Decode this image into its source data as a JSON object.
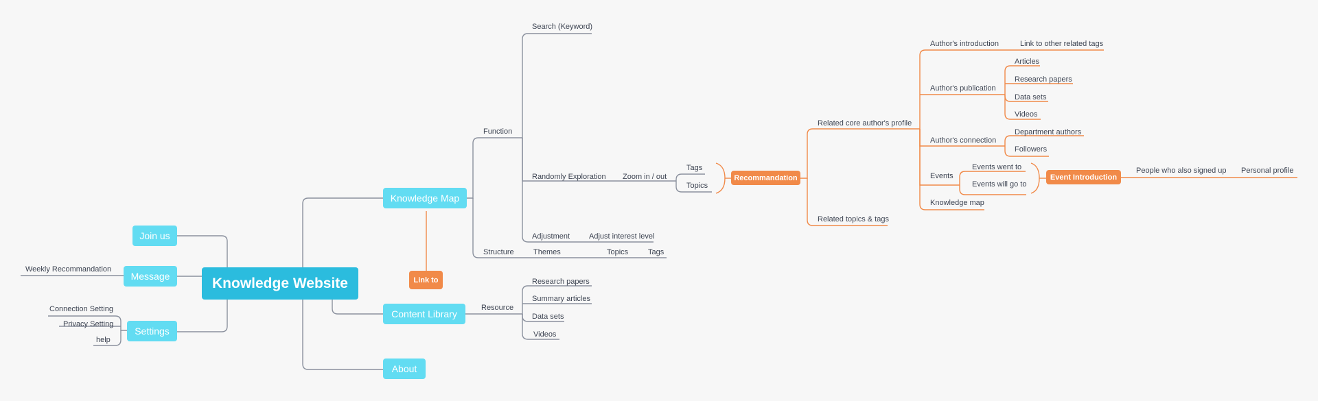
{
  "root": {
    "label": "Knowledge Website"
  },
  "left": {
    "join_us": "Join us",
    "message": "Message",
    "weekly": "Weekly Recommandation",
    "settings": "Settings",
    "connection_setting": "Connection Setting",
    "privacy_setting": "Privacy Setting",
    "help": "help"
  },
  "right": {
    "knowledge_map": "Knowledge Map",
    "content_library": "Content Library",
    "about": "About",
    "link_to": "Link to"
  },
  "function": {
    "label": "Function",
    "search": "Search (Keyword)",
    "randomly": "Randomly Exploration",
    "zoom": "Zoom in / out",
    "tags": "Tags",
    "topics": "Topics",
    "adjustment": "Adjustment",
    "adjust_interest": "Adjust interest level"
  },
  "structure": {
    "label": "Structure",
    "themes": "Themes",
    "topics": "Topics",
    "tags": "Tags"
  },
  "resource": {
    "label": "Resource",
    "items": [
      "Research papers",
      "Summary articles",
      "Data sets",
      "Videos"
    ]
  },
  "recommendation": {
    "label": "Recommandation",
    "core_author": "Related core author's profile",
    "related_topics": "Related topics & tags",
    "author_intro": "Author's introduction",
    "link_other": "Link to other related tags",
    "author_pub": "Author's publication",
    "pub_items": [
      "Articles",
      "Research papers",
      "Data sets",
      "Videos"
    ],
    "author_conn": "Author's connection",
    "conn_items": [
      "Department authors",
      "Followers"
    ],
    "events": "Events",
    "events_went": "Events went to",
    "events_will": "Events will go to",
    "event_intro": "Event Introduction",
    "people_signed": "People who also signed up",
    "personal_profile": "Personal profile",
    "knowledge_map": "Knowledge map"
  },
  "colors": {
    "gray_line": "#8b919e",
    "orange_line": "#f18a49",
    "cyan": "#62dcf2",
    "root": "#2bbcde",
    "orange_box": "#f18a49"
  }
}
